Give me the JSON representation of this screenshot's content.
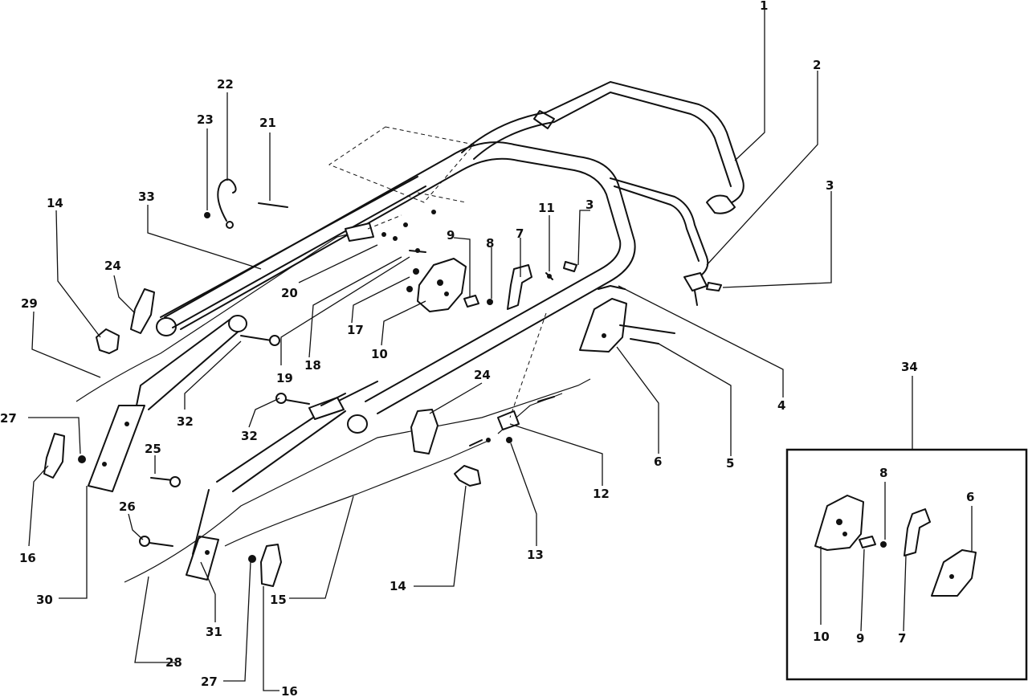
{
  "callouts": [
    {
      "id": "c1",
      "text": "1"
    },
    {
      "id": "c2",
      "text": "2"
    },
    {
      "id": "c3a",
      "text": "3"
    },
    {
      "id": "c3b",
      "text": "3"
    },
    {
      "id": "c4",
      "text": "4"
    },
    {
      "id": "c5",
      "text": "5"
    },
    {
      "id": "c6",
      "text": "6"
    },
    {
      "id": "c7",
      "text": "7"
    },
    {
      "id": "c8",
      "text": "8"
    },
    {
      "id": "c9",
      "text": "9"
    },
    {
      "id": "c10",
      "text": "10"
    },
    {
      "id": "c11",
      "text": "11"
    },
    {
      "id": "c12",
      "text": "12"
    },
    {
      "id": "c13",
      "text": "13"
    },
    {
      "id": "c14a",
      "text": "14"
    },
    {
      "id": "c14b",
      "text": "14"
    },
    {
      "id": "c15",
      "text": "15"
    },
    {
      "id": "c16a",
      "text": "16"
    },
    {
      "id": "c16b",
      "text": "16"
    },
    {
      "id": "c17",
      "text": "17"
    },
    {
      "id": "c18",
      "text": "18"
    },
    {
      "id": "c19",
      "text": "19"
    },
    {
      "id": "c20",
      "text": "20"
    },
    {
      "id": "c21",
      "text": "21"
    },
    {
      "id": "c22",
      "text": "22"
    },
    {
      "id": "c23",
      "text": "23"
    },
    {
      "id": "c24a",
      "text": "24"
    },
    {
      "id": "c24b",
      "text": "24"
    },
    {
      "id": "c25",
      "text": "25"
    },
    {
      "id": "c26",
      "text": "26"
    },
    {
      "id": "c27a",
      "text": "27"
    },
    {
      "id": "c27b",
      "text": "27"
    },
    {
      "id": "c28",
      "text": "28"
    },
    {
      "id": "c29",
      "text": "29"
    },
    {
      "id": "c30",
      "text": "30"
    },
    {
      "id": "c31",
      "text": "31"
    },
    {
      "id": "c32a",
      "text": "32"
    },
    {
      "id": "c32b",
      "text": "32"
    },
    {
      "id": "c33",
      "text": "33"
    },
    {
      "id": "c34",
      "text": "34"
    }
  ],
  "inset_callouts": [
    {
      "id": "i8",
      "text": "8"
    },
    {
      "id": "i6",
      "text": "6"
    },
    {
      "id": "i10",
      "text": "10"
    },
    {
      "id": "i9",
      "text": "9"
    },
    {
      "id": "i7",
      "text": "7"
    }
  ]
}
